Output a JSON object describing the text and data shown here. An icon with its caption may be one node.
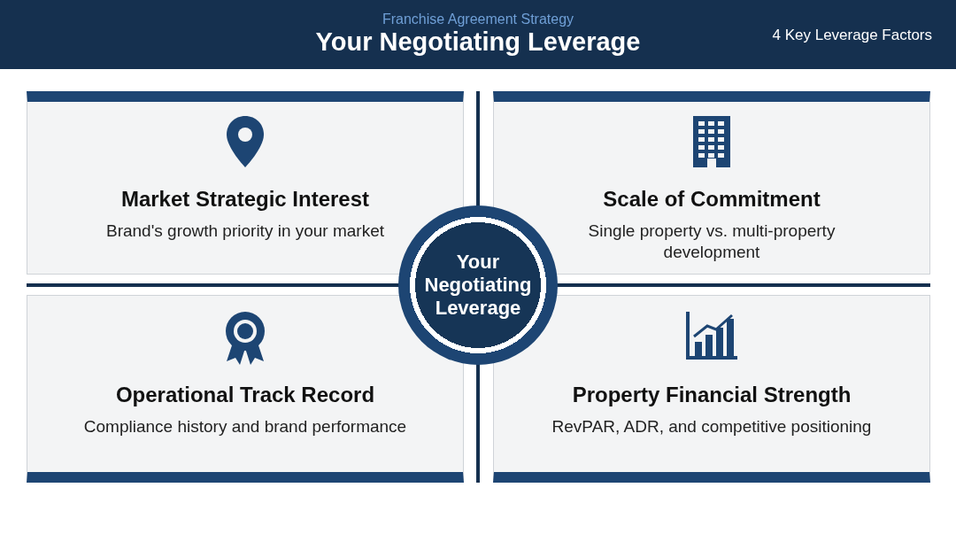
{
  "diagram": {
    "title": "Your Negotiating Leverage",
    "nodes": [
      {
        "text": [
          "Market Strategic Interest",
          "Brand's growth priority in your market"
        ]
      },
      {
        "text": [
          "Scale of Commitment",
          "Single property vs. multi-property development"
        ]
      },
      {
        "text": [
          "Your Negotiating Leverage"
        ]
      },
      {
        "text": [
          "Operational Track Record",
          "Compliance history and brand performance"
        ]
      },
      {
        "text": [
          "Property Financial Strength",
          "RevPAR, ADR, and competitive positioning"
        ]
      }
    ],
    "labels": [
      "Franchise Agreement Strategy",
      "4 Key Leverage Factors"
    ]
  }
}
